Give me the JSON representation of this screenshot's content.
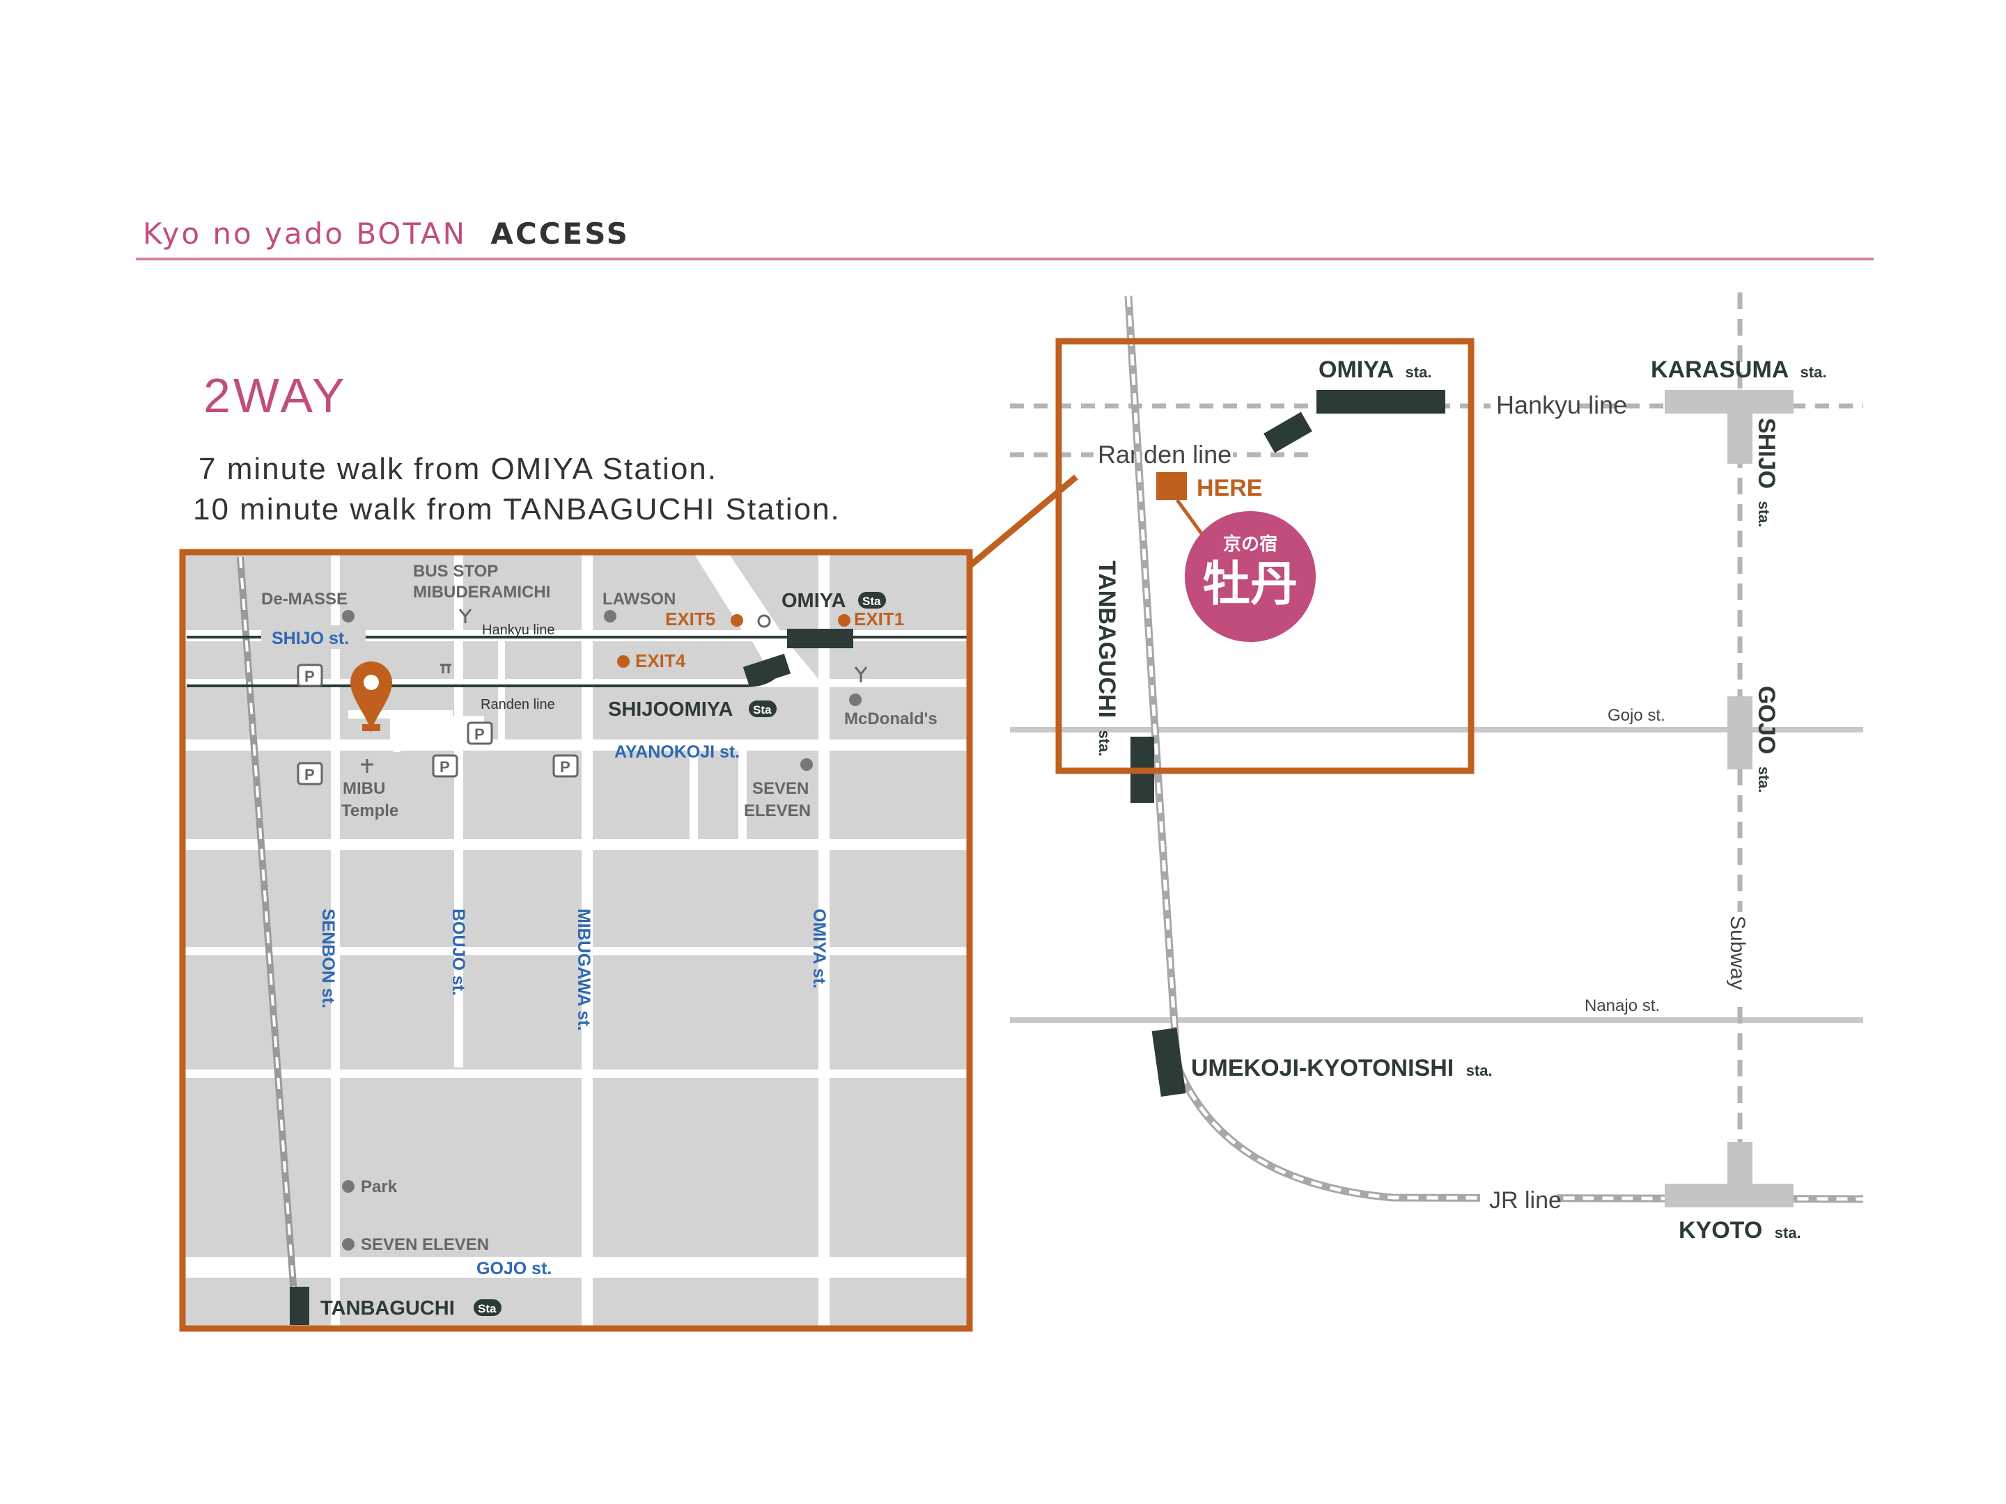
{
  "header": {
    "brand": "Kyo no yado BOTAN",
    "section": "ACCESS"
  },
  "intro": {
    "heading": "2WAY",
    "lines": [
      "7  minute walk from OMIYA Station.",
      "10 minute walk from TANBAGUCHI Station."
    ]
  },
  "colors": {
    "brand_pink": "#c14d7c",
    "accent_orange": "#c0601f",
    "map_gray": "#d2d2d2",
    "street_blue": "#2f68b2",
    "station_dark": "#2c3a38"
  },
  "detail_map": {
    "street_labels": {
      "shijo": "SHIJO st.",
      "ayanokoji": "AYANOKOJI st.",
      "gojo": "GOJO st.",
      "senbon": "SENBON st.",
      "boujo": "BOUJO st.",
      "mibugawa": "MIBUGAWA st.",
      "omiya": "OMIYA st."
    },
    "line_labels": {
      "hankyu": "Hankyu line",
      "randen": "Randen line"
    },
    "places": {
      "de_masse": "De-MASSE",
      "bus_stop": "BUS STOP",
      "bus_stop_name": "MIBUDERAMICHI",
      "lawson": "LAWSON",
      "mcdonalds": "McDonald's",
      "seven_eleven_1": "SEVEN",
      "seven_eleven_2": "ELEVEN",
      "mibu_1": "MIBU",
      "mibu_2": "Temple",
      "park": "Park",
      "seven_eleven_south": "SEVEN ELEVEN"
    },
    "exits": {
      "exit5": "EXIT5",
      "exit1": "EXIT1",
      "exit4": "EXIT4"
    },
    "stations": {
      "omiya": "OMIYA",
      "shijoomiya": "SHIJOOMIYA",
      "tanbaguchi": "TANBAGUCHI",
      "badge": "Sta"
    },
    "parking_symbol": "P"
  },
  "overview_map": {
    "stations": {
      "omiya": "OMIYA",
      "karasuma": "KARASUMA",
      "tanbaguchi": "TANBAGUCHI",
      "umekoji": "UMEKOJI-KYOTONISHI",
      "kyoto": "KYOTO",
      "shijo": "SHIJO",
      "gojo": "GOJO",
      "sta_suffix": "sta."
    },
    "lines": {
      "hankyu": "Hankyu line",
      "randen": "Randen line",
      "jr": "JR line",
      "subway": "Subway"
    },
    "streets": {
      "gojo": "Gojo st.",
      "nanajo": "Nanajo st."
    },
    "here": "HERE",
    "logo_small": "京の宿",
    "logo_main": "牡丹"
  }
}
